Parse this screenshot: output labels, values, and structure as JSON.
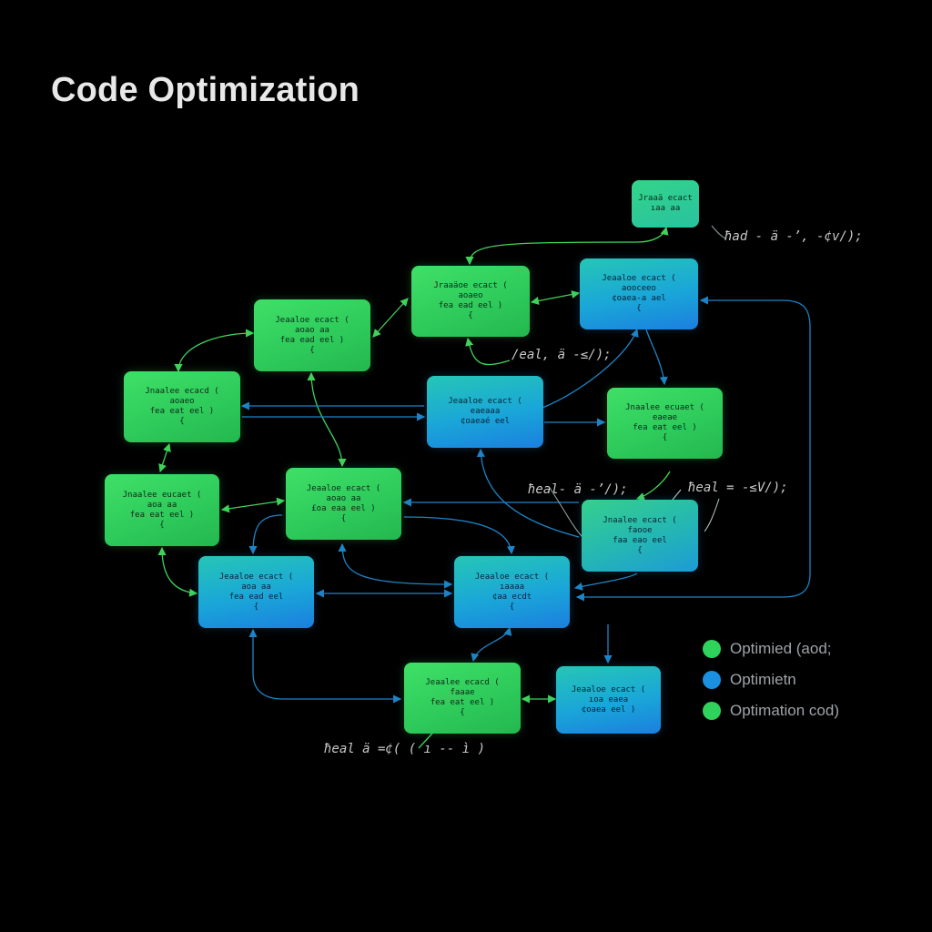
{
  "title": "Code Optimization",
  "colors": {
    "background": "#000000",
    "green": "#2fd35c",
    "blue": "#1b8fe0",
    "green_edge": "#3fd35a",
    "blue_edge": "#1c84c8"
  },
  "nodes": [
    {
      "id": "n_top",
      "lines": [
        "Jraaä ecact",
        "ıaa aa",
        ""
      ]
    },
    {
      "id": "n1",
      "lines": [
        "Jraaäoe ecact (",
        "aoaeo",
        "fea ead  eel )",
        "{"
      ]
    },
    {
      "id": "n2",
      "lines": [
        "Jeaaloe ecact (",
        "aooceeo",
        "¢oaea-a  ael",
        "{"
      ]
    },
    {
      "id": "n3",
      "lines": [
        "Jeaaloe ecact (",
        "aoao aa",
        "fea ead  eel )",
        "{"
      ]
    },
    {
      "id": "n4",
      "lines": [
        "Jnaalee ecacd (",
        "aoaeo",
        "fea eat  eel )",
        "{"
      ]
    },
    {
      "id": "n5",
      "lines": [
        "Jeaaloe ecact (",
        "eaeaaa",
        "¢oaeaé  eel",
        ""
      ]
    },
    {
      "id": "n6",
      "lines": [
        "Jnaalee ecuaet (",
        "eaeae",
        "fea eat  eel )",
        "{"
      ]
    },
    {
      "id": "n7",
      "lines": [
        "Jnaalee eucaet (",
        "aoa aa",
        "fea eat  eel )",
        "{"
      ]
    },
    {
      "id": "n8",
      "lines": [
        "Jeaaloe ecact (",
        "aoao aa",
        "£oa eaa  eel )",
        "{"
      ]
    },
    {
      "id": "n9",
      "lines": [
        "Jnaalee ecact (",
        "faooe",
        "faa eao  eel",
        "{"
      ]
    },
    {
      "id": "n10",
      "lines": [
        "Jeaaloe ecact (",
        "aoa aa",
        "fea ead  eel",
        "{"
      ]
    },
    {
      "id": "n11",
      "lines": [
        "Jeaaloe ecact (",
        "ıaaaa",
        "¢aa ecdt",
        "{"
      ]
    },
    {
      "id": "n12",
      "lines": [
        "Jeaalee ecacd (",
        "faaae",
        "fea eat  eel )",
        "{"
      ]
    },
    {
      "id": "n13",
      "lines": [
        "Jeaaloe ecact (",
        "ıoa eaea",
        "¢oaea  eel )",
        ""
      ]
    }
  ],
  "notes": [
    {
      "id": "note1",
      "text": "ħad - ä -’, -¢v/);"
    },
    {
      "id": "note2",
      "text": "/eal, ä -≤/);"
    },
    {
      "id": "note3",
      "text": "ħeal- ä -’/);"
    },
    {
      "id": "note4",
      "text": "ħeal  = -≤V/);"
    },
    {
      "id": "note5",
      "text": "ħeal  ä  =¢( ( ı -- ì )"
    }
  ],
  "legend": [
    {
      "label": "Optimied (aod;",
      "color": "#2fd35c"
    },
    {
      "label": "Optimietn",
      "color": "#1b8fe0"
    },
    {
      "label": "Optimation cod)",
      "color": "#2fd35c"
    }
  ]
}
